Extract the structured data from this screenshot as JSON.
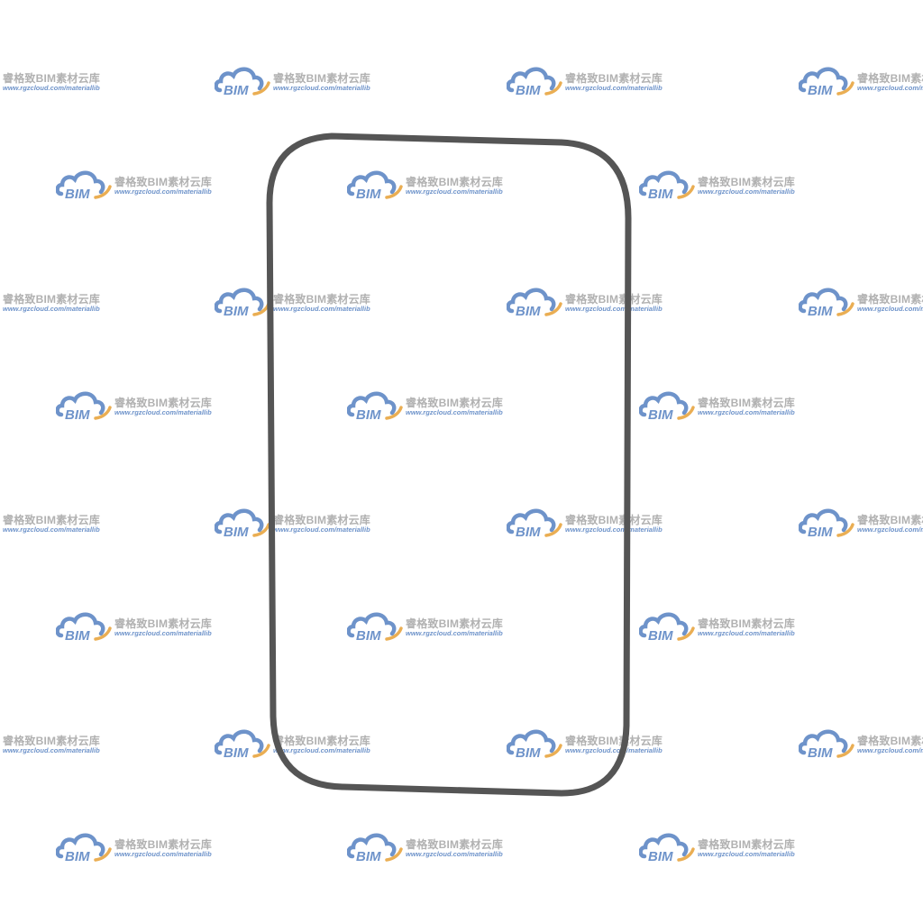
{
  "watermark": {
    "logo_text": "BIM",
    "title": "睿格致BIM素材云库",
    "url": "www.rgzcloud.com/materiallib",
    "colors": {
      "cloud": "#5b85c3",
      "swoosh": "#e8a33c",
      "title": "#a7a7a7",
      "url": "#5b85c3"
    }
  },
  "shape": {
    "name": "rounded-rectangle-outline",
    "stroke_color": "#555555",
    "fill": "none"
  }
}
